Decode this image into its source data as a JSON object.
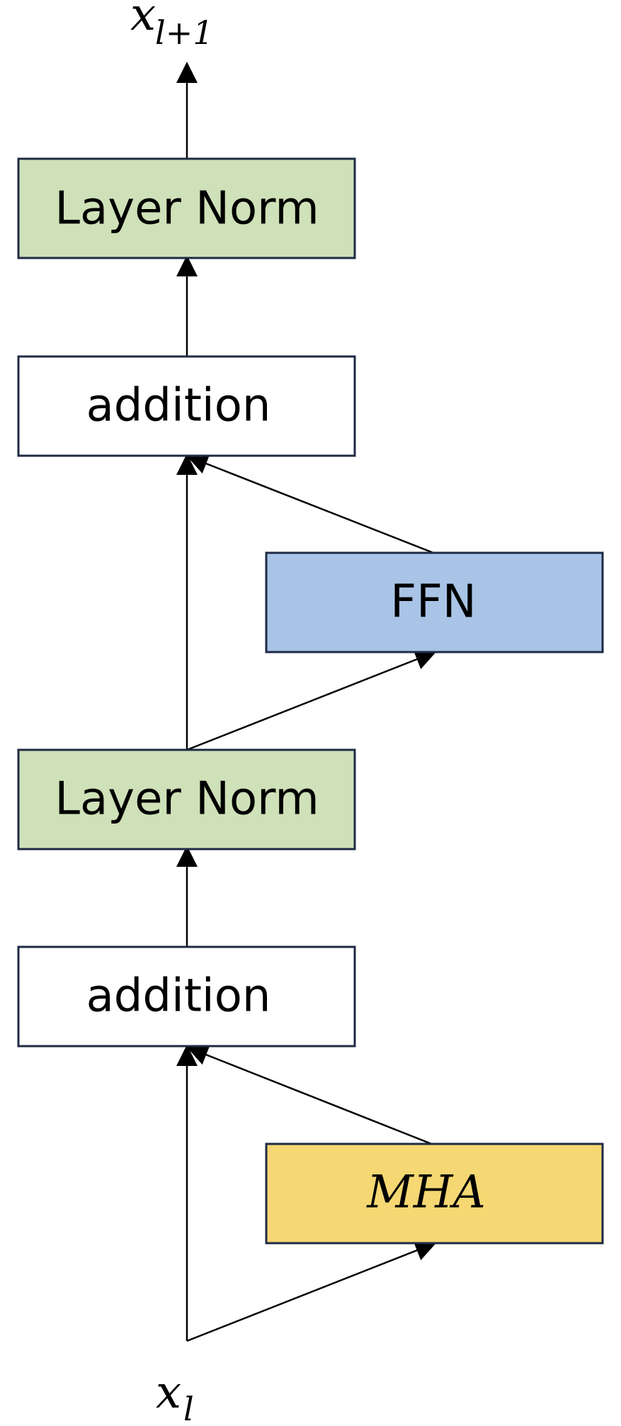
{
  "diagram": {
    "output_label": {
      "base": "x",
      "subscript": "l+1"
    },
    "input_label": {
      "base": "x",
      "subscript": "l"
    },
    "nodes": {
      "layer_norm_top": {
        "label": "Layer Norm",
        "fill": "#cfe1b8"
      },
      "addition_top": {
        "label": "addition",
        "fill": "#ffffff"
      },
      "ffn": {
        "label": "FFN",
        "fill": "#a9c4e6"
      },
      "layer_norm_bottom": {
        "label": "Layer Norm",
        "fill": "#cfe1b8"
      },
      "addition_bottom": {
        "label": "addition",
        "fill": "#ffffff"
      },
      "mha": {
        "label": "MHA",
        "fill": "#f5d873"
      }
    },
    "colors": {
      "box_border": "#1f2a44",
      "arrow": "#000000"
    }
  }
}
